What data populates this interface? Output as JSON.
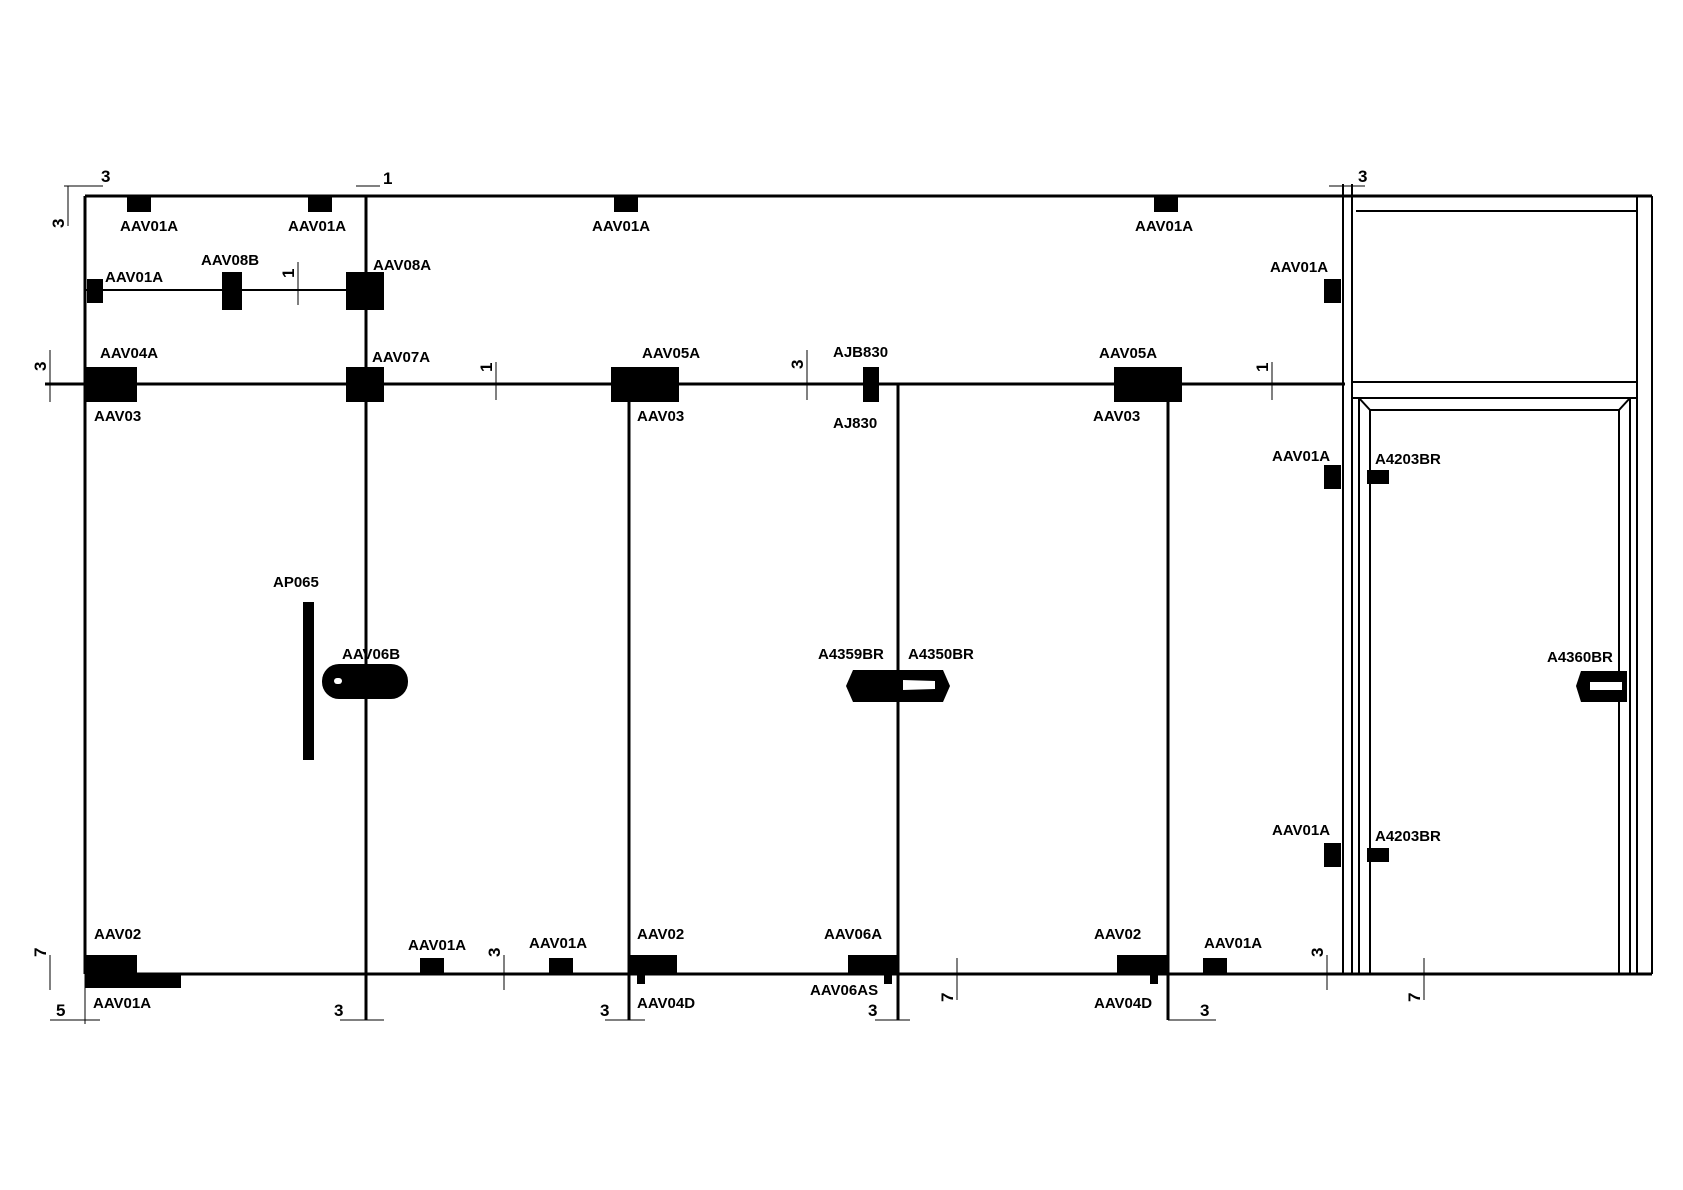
{
  "labels": {
    "top_aav01a_1": "AAV01A",
    "top_aav01a_2": "AAV01A",
    "top_aav01a_3": "AAV01A",
    "top_aav01a_4": "AAV01A",
    "transom_aav01a": "AAV01A",
    "aav08b": "AAV08B",
    "aav08a": "AAV08A",
    "right_aav01a_top": "AAV01A",
    "aav04a": "AAV04A",
    "aav07a": "AAV07A",
    "aav05a_1": "AAV05A",
    "ajb830": "AJB830",
    "aav05a_2": "AAV05A",
    "aav03_1": "AAV03",
    "aav03_2": "AAV03",
    "aj830": "AJ830",
    "aav03_3": "AAV03",
    "right_aav01a_mid": "AAV01A",
    "a4203br_1": "A4203BR",
    "ap065": "AP065",
    "aav06b": "AAV06B",
    "a4359br": "A4359BR",
    "a4350br": "A4350BR",
    "a4360br": "A4360BR",
    "right_aav01a_low": "AAV01A",
    "a4203br_2": "A4203BR",
    "aav02_1": "AAV02",
    "bot_aav01a_1": "AAV01A",
    "bot_aav01a_2": "AAV01A",
    "aav02_2": "AAV02",
    "aav06a": "AAV06A",
    "aav02_3": "AAV02",
    "bot_aav01a_3": "AAV01A",
    "aav01a_bottom_left": "AAV01A",
    "aav04d_1": "AAV04D",
    "aav06as": "AAV06AS",
    "aav04d_2": "AAV04D"
  },
  "dimensions": {
    "top_left_h": "3",
    "top_left_v": "3",
    "top_mid": "1",
    "top_right": "3",
    "transom_gap": "1",
    "left_mid_v": "3",
    "mid_1": "1",
    "mid_3": "3",
    "mid_right_1": "1",
    "bottom_left_v": "7",
    "bottom_left_h": "5",
    "bottom_1": "3",
    "bottom_mid_v": "3",
    "bottom_2": "3",
    "bottom_3": "3",
    "bottom_7_a": "7",
    "bottom_4": "3",
    "bottom_right_v": "3",
    "bottom_7_b": "7"
  }
}
